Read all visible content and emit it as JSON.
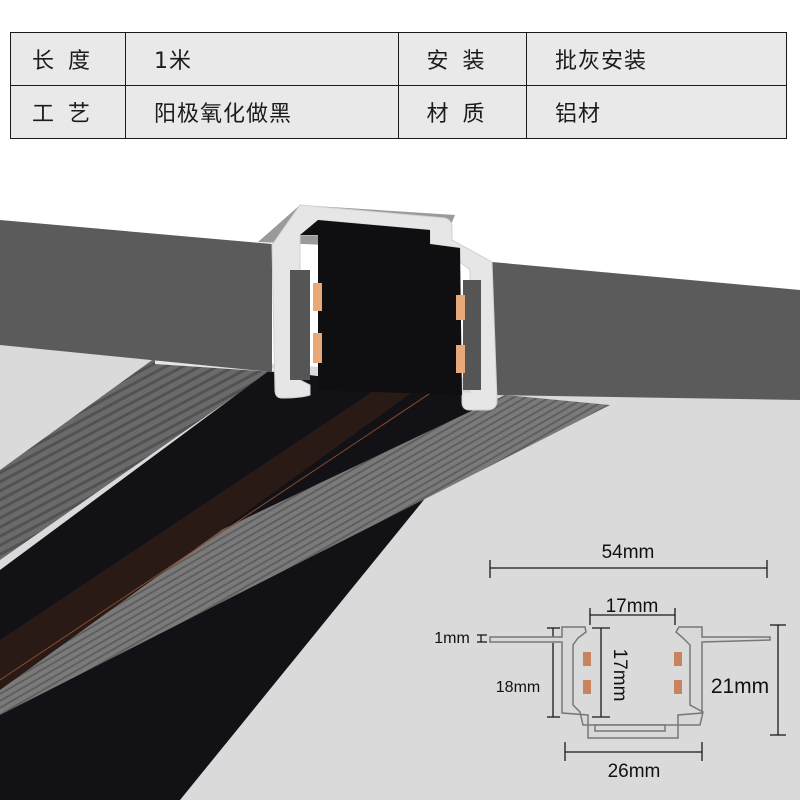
{
  "spec_table": {
    "rows": [
      {
        "label_a": "长度",
        "value_a": "1米",
        "label_b": "安装",
        "value_b": "批灰安装"
      },
      {
        "label_a": "工艺",
        "value_a": "阳极氧化做黑",
        "label_b": "材质",
        "value_b": "铝材"
      }
    ]
  },
  "product_image": {
    "subject": "recessed-track-rail",
    "colors": {
      "ceiling": "#5b5b5b",
      "floor": "#dadada",
      "profile": "#e6e6e6",
      "rail": "#0f0f12",
      "contact": "#e8a878"
    }
  },
  "dimension_diagram": {
    "overall_width": "54mm",
    "opening_width": "17mm",
    "flange_thickness": "1mm",
    "side_height": "18mm",
    "inner_depth": "17mm",
    "total_height": "21mm",
    "bottom_width": "26mm",
    "contact_color": "#c8845e"
  }
}
